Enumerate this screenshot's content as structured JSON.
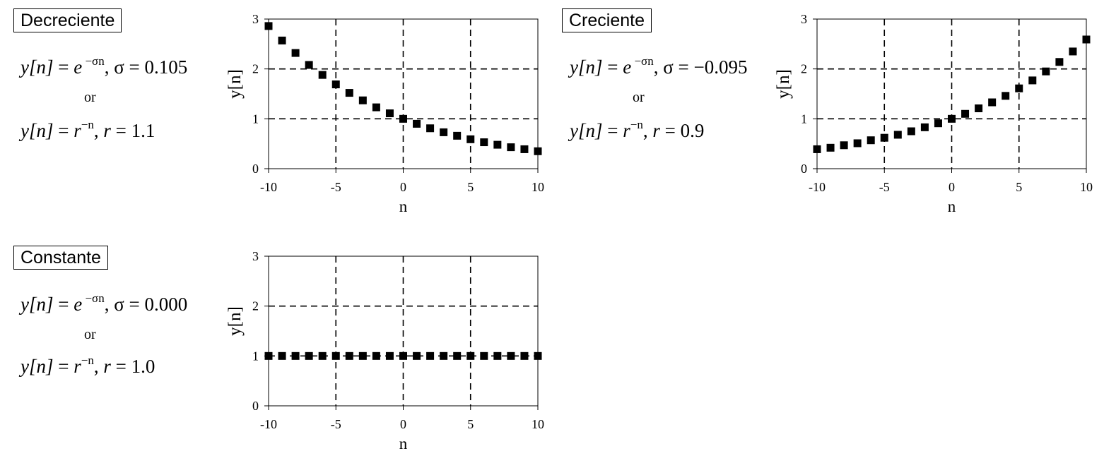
{
  "panels": [
    {
      "label": "Decreciente",
      "eq1": {
        "lhs": "y[n]",
        "eq": " = ",
        "base": "e",
        "exp": " −σn",
        "sep": ",  ",
        "param": "σ",
        "value": " = 0.105"
      },
      "or": "or",
      "eq2": {
        "lhs": "y[n]",
        "eq": " = ",
        "base": "r",
        "exp": "−n",
        "sep": ",   ",
        "param": "r",
        "value": " = 1.1"
      }
    },
    {
      "label": "Creciente",
      "eq1": {
        "lhs": "y[n]",
        "eq": " = ",
        "base": "e",
        "exp": " −σn",
        "sep": ",  ",
        "param": "σ",
        "value": " =  −0.095"
      },
      "or": "or",
      "eq2": {
        "lhs": "y[n]",
        "eq": " = ",
        "base": "r",
        "exp": "−n",
        "sep": ",   ",
        "param": "r",
        "value": " = 0.9"
      }
    },
    {
      "label": "Constante",
      "eq1": {
        "lhs": "y[n]",
        "eq": " = ",
        "base": "e",
        "exp": " −σn",
        "sep": ",  ",
        "param": "σ",
        "value": " = 0.000"
      },
      "or": "or",
      "eq2": {
        "lhs": "y[n]",
        "eq": " = ",
        "base": "r",
        "exp": "−n",
        "sep": ",   ",
        "param": "r",
        "value": " = 1.0"
      }
    }
  ],
  "chart_data": [
    {
      "type": "scatter",
      "title": "",
      "xlabel": "n",
      "ylabel": "y[n]",
      "xlim": [
        -10,
        10
      ],
      "ylim": [
        0,
        3
      ],
      "xticks": [
        "-10",
        "-5",
        "0",
        "5",
        "10"
      ],
      "yticks": [
        "0",
        "1",
        "2",
        "3"
      ],
      "grid": true,
      "marker": "square",
      "color": "#000000",
      "x": [
        -10,
        -9,
        -8,
        -7,
        -6,
        -5,
        -4,
        -3,
        -2,
        -1,
        0,
        1,
        2,
        3,
        4,
        5,
        6,
        7,
        8,
        9,
        10
      ],
      "y": [
        2.86,
        2.57,
        2.32,
        2.08,
        1.88,
        1.69,
        1.52,
        1.37,
        1.23,
        1.11,
        1.0,
        0.9,
        0.81,
        0.73,
        0.66,
        0.59,
        0.53,
        0.48,
        0.43,
        0.39,
        0.35
      ]
    },
    {
      "type": "scatter",
      "title": "",
      "xlabel": "n",
      "ylabel": "y[n]",
      "xlim": [
        -10,
        10
      ],
      "ylim": [
        0,
        3
      ],
      "xticks": [
        "-10",
        "-5",
        "0",
        "5",
        "10"
      ],
      "yticks": [
        "0",
        "1",
        "2",
        "3"
      ],
      "grid": true,
      "marker": "square",
      "color": "#000000",
      "x": [
        -10,
        -9,
        -8,
        -7,
        -6,
        -5,
        -4,
        -3,
        -2,
        -1,
        0,
        1,
        2,
        3,
        4,
        5,
        6,
        7,
        8,
        9,
        10
      ],
      "y": [
        0.39,
        0.42,
        0.47,
        0.51,
        0.57,
        0.62,
        0.68,
        0.75,
        0.83,
        0.91,
        1.0,
        1.1,
        1.21,
        1.33,
        1.46,
        1.61,
        1.77,
        1.95,
        2.14,
        2.35,
        2.59
      ]
    },
    {
      "type": "scatter",
      "title": "",
      "xlabel": "n",
      "ylabel": "y[n]",
      "xlim": [
        -10,
        10
      ],
      "ylim": [
        0,
        3
      ],
      "xticks": [
        "-10",
        "-5",
        "0",
        "5",
        "10"
      ],
      "yticks": [
        "0",
        "1",
        "2",
        "3"
      ],
      "grid": true,
      "marker": "square",
      "color": "#000000",
      "x": [
        -10,
        -9,
        -8,
        -7,
        -6,
        -5,
        -4,
        -3,
        -2,
        -1,
        0,
        1,
        2,
        3,
        4,
        5,
        6,
        7,
        8,
        9,
        10
      ],
      "y": [
        1,
        1,
        1,
        1,
        1,
        1,
        1,
        1,
        1,
        1,
        1,
        1,
        1,
        1,
        1,
        1,
        1,
        1,
        1,
        1,
        1
      ]
    }
  ]
}
